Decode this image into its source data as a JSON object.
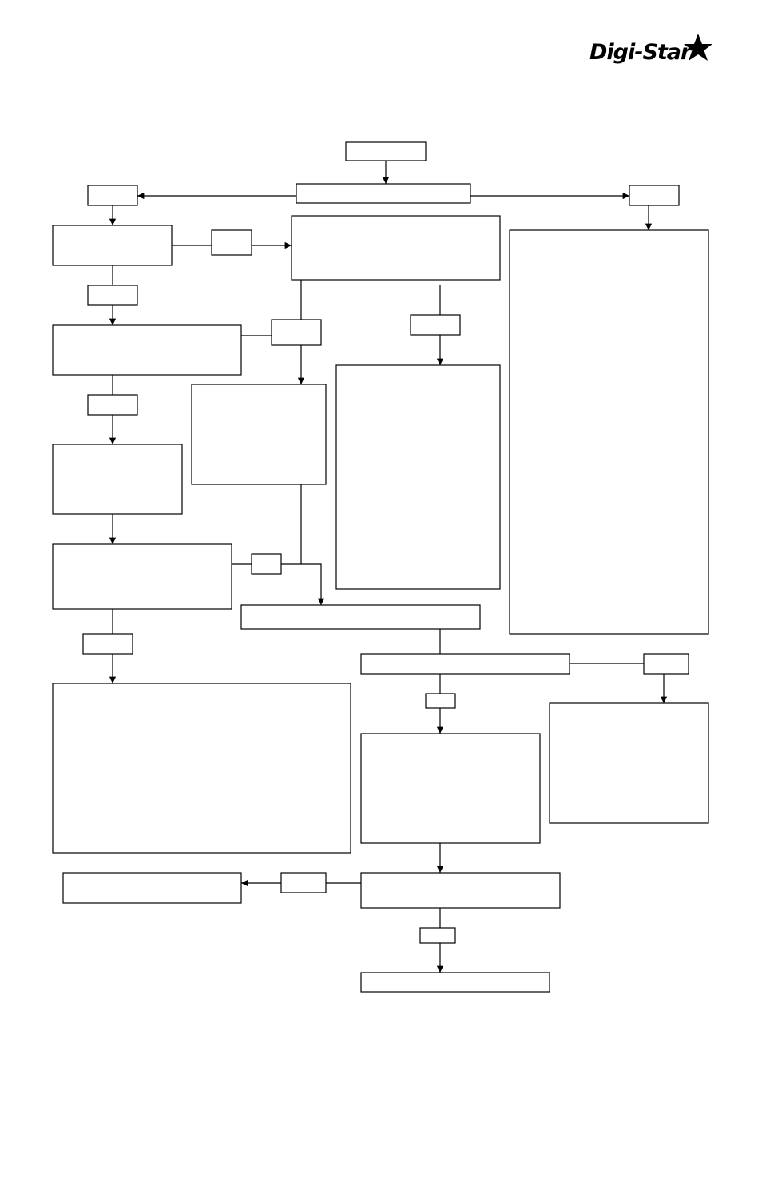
{
  "brand": {
    "name": "Digi-Star",
    "logo_icon": "star-icon"
  },
  "diagram": {
    "boxes": [
      "start-box",
      "main-bar",
      "top-left-label",
      "top-right-label",
      "left-box-1",
      "label-a",
      "upper-center-box",
      "label-b",
      "left-box-2",
      "label-c",
      "label-d",
      "center-box-2",
      "center-right-tall",
      "label-e",
      "left-box-3",
      "left-box-4",
      "label-f",
      "right-tall-box",
      "label-g",
      "merge-bar",
      "bottom-left-large",
      "mid-bar",
      "label-h",
      "label-i",
      "right-mid-box",
      "center-mid-box",
      "bottom-left-bar",
      "label-j",
      "center-lower-box",
      "label-k",
      "final-bar"
    ],
    "text": []
  }
}
